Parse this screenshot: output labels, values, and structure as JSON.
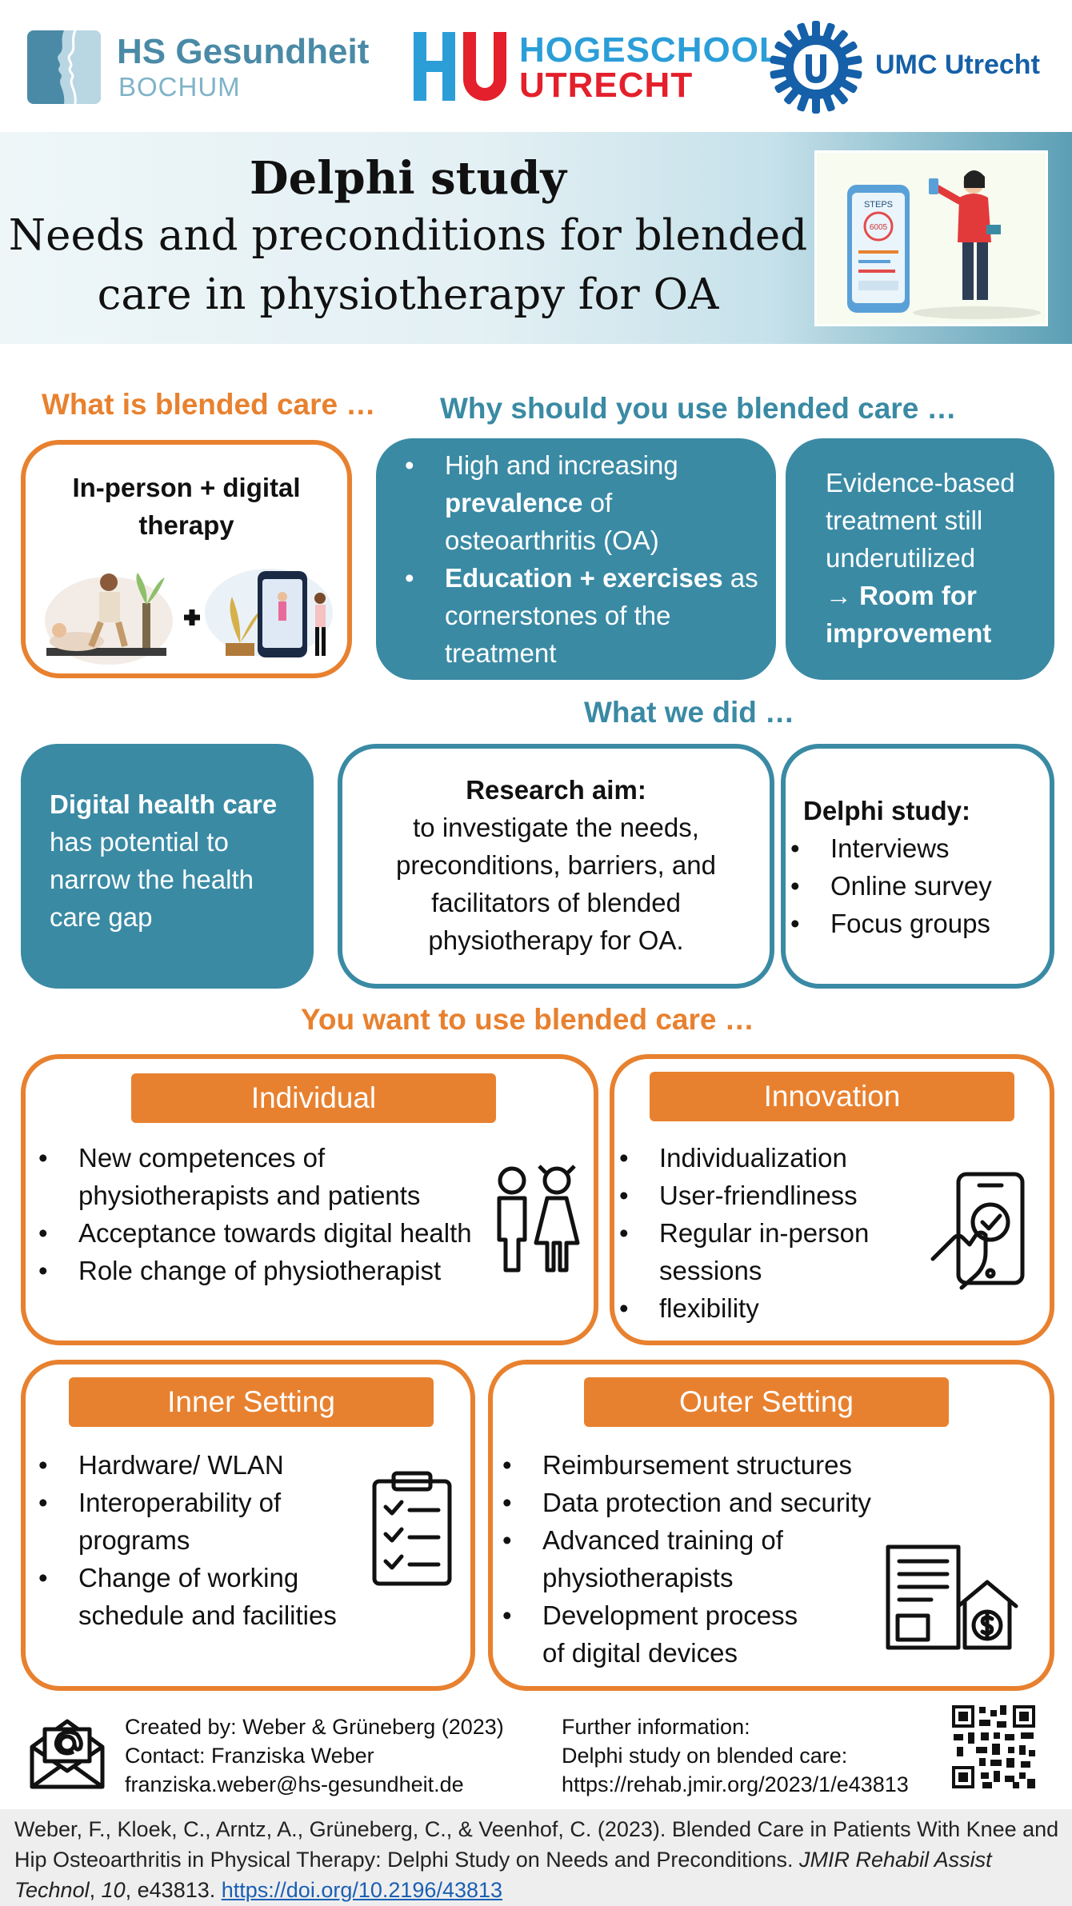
{
  "logos": {
    "hs": {
      "line1": "HS Gesundheit",
      "line2": "BOCHUM"
    },
    "hu": {
      "line1": "HOGESCHOOL",
      "line2": "UTRECHT"
    },
    "umc": {
      "text": "UMC Utrecht"
    }
  },
  "title": {
    "line1": "Delphi study",
    "line2": "Needs and preconditions for blended",
    "line3": "care in physiotherapy for OA"
  },
  "hero": {
    "app_label": "STEPS",
    "app_value": "6005"
  },
  "what_is": {
    "heading": "What is blended care …",
    "label_line1": "In-person + digital",
    "label_line2": "therapy",
    "plus": "+"
  },
  "why": {
    "heading": "Why should you use blended care …",
    "bullet1": {
      "pre": "High and increasing ",
      "bold": "prevalence",
      "post": " of osteoarthritis (OA)"
    },
    "bullet2": {
      "bold": "Education + exercises",
      "post": " as cornerstones of the treatment"
    },
    "evidence": {
      "text": "Evidence-based treatment still underutilized",
      "arrow": "→",
      "bold": "Room for improvement"
    }
  },
  "what_we_did": {
    "heading": "What we did …",
    "digital": {
      "bold": "Digital health care",
      "post": " has potential to narrow the health care gap"
    },
    "aim": {
      "title": "Research aim:",
      "text": "to investigate the needs, preconditions, barriers, and facilitators of blended physiotherapy for OA."
    },
    "delphi": {
      "title": "Delphi study:",
      "items": [
        "Interviews",
        "Online survey",
        "Focus groups"
      ]
    }
  },
  "want": {
    "heading": "You want to use blended care …",
    "individual": {
      "label": "Individual",
      "items": [
        "New competences of physiotherapists and patients",
        "Acceptance towards digital health",
        "Role change of physiotherapist"
      ]
    },
    "innovation": {
      "label": "Innovation",
      "items": [
        "Individualization",
        "User-friendliness",
        "Regular in-person sessions",
        "flexibility"
      ]
    },
    "inner": {
      "label": "Inner Setting",
      "items": [
        "Hardware/ WLAN",
        "Interoperability of programs",
        "Change of working schedule and facilities"
      ]
    },
    "outer": {
      "label": "Outer Setting",
      "items": [
        "Reimbursement structures",
        "Data protection and security",
        "Advanced training of physiotherapists",
        "Development process of digital devices"
      ]
    }
  },
  "footer": {
    "created": "Created by: Weber & Grüneberg (2023)",
    "contact": "Contact: Franziska Weber",
    "email": "franziska.weber@hs-gesundheit.de",
    "further": "Further information:",
    "delphi_link_label": "Delphi study on blended care:",
    "delphi_url": "https://rehab.jmir.org/2023/1/e43813",
    "reference": {
      "text": "Weber, F., Kloek, C., Arntz, A., Grüneberg, C., & Veenhof, C. (2023). Blended Care in Patients With Knee and Hip Osteoarthritis in Physical Therapy: Delphi Study on Needs and Preconditions. ",
      "journal": "JMIR Rehabil Assist Technol",
      "sep": ", ",
      "volume": "10",
      "article": ", e43813. ",
      "doi": "https://doi.org/10.2196/43813"
    }
  }
}
